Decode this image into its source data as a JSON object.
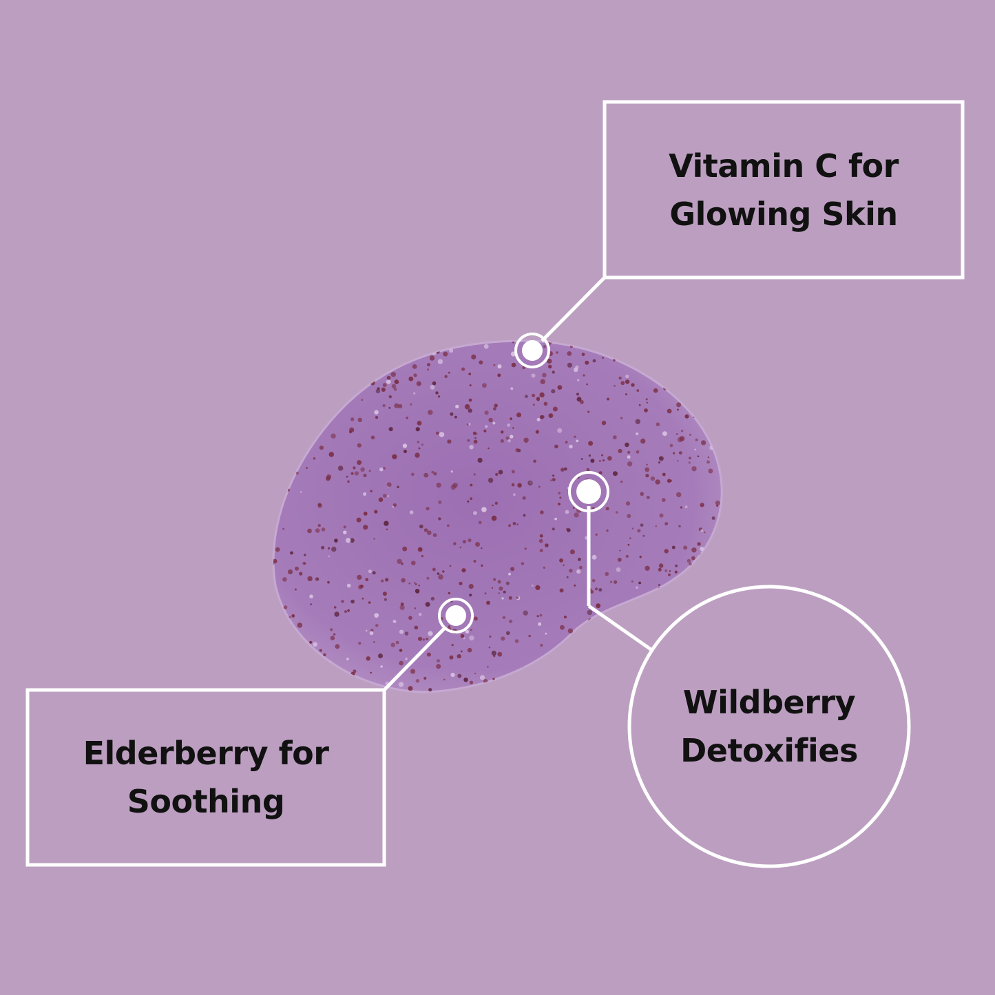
{
  "colors": {
    "background": "#bc9fc0",
    "gel": "#a47ab7",
    "gel_dark": "#8f64a5",
    "speckle": "#7a2e45",
    "line": "#ffffff",
    "text": "#111111"
  },
  "callouts": {
    "vitamin_c": {
      "line1": "Vitamin C for",
      "line2": "Glowing Skin"
    },
    "elderberry": {
      "line1": "Elderberry for",
      "line2": "Soothing"
    },
    "wildberry": {
      "line1": "Wildberry",
      "line2": "Detoxifies"
    }
  }
}
